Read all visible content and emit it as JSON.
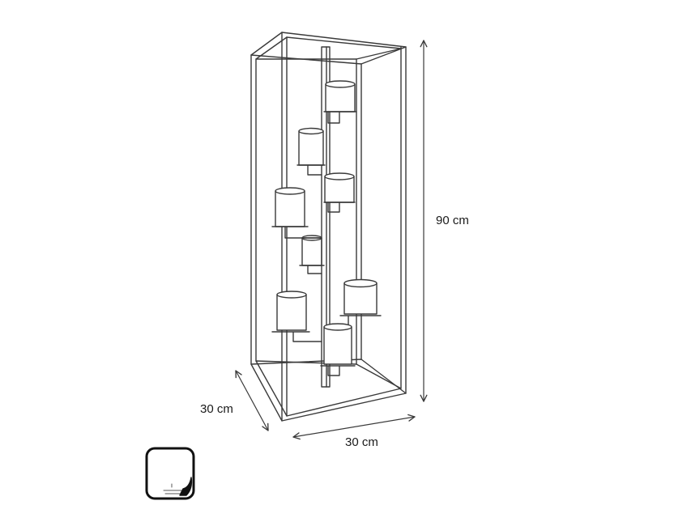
{
  "dimensions": {
    "height_label": "90 cm",
    "depth_label": "30 cm",
    "width_label": "30  cm"
  },
  "icons": {
    "badge": "hand-touch-icon"
  },
  "colors": {
    "line": "#3a3a3a",
    "background": "#ffffff"
  }
}
